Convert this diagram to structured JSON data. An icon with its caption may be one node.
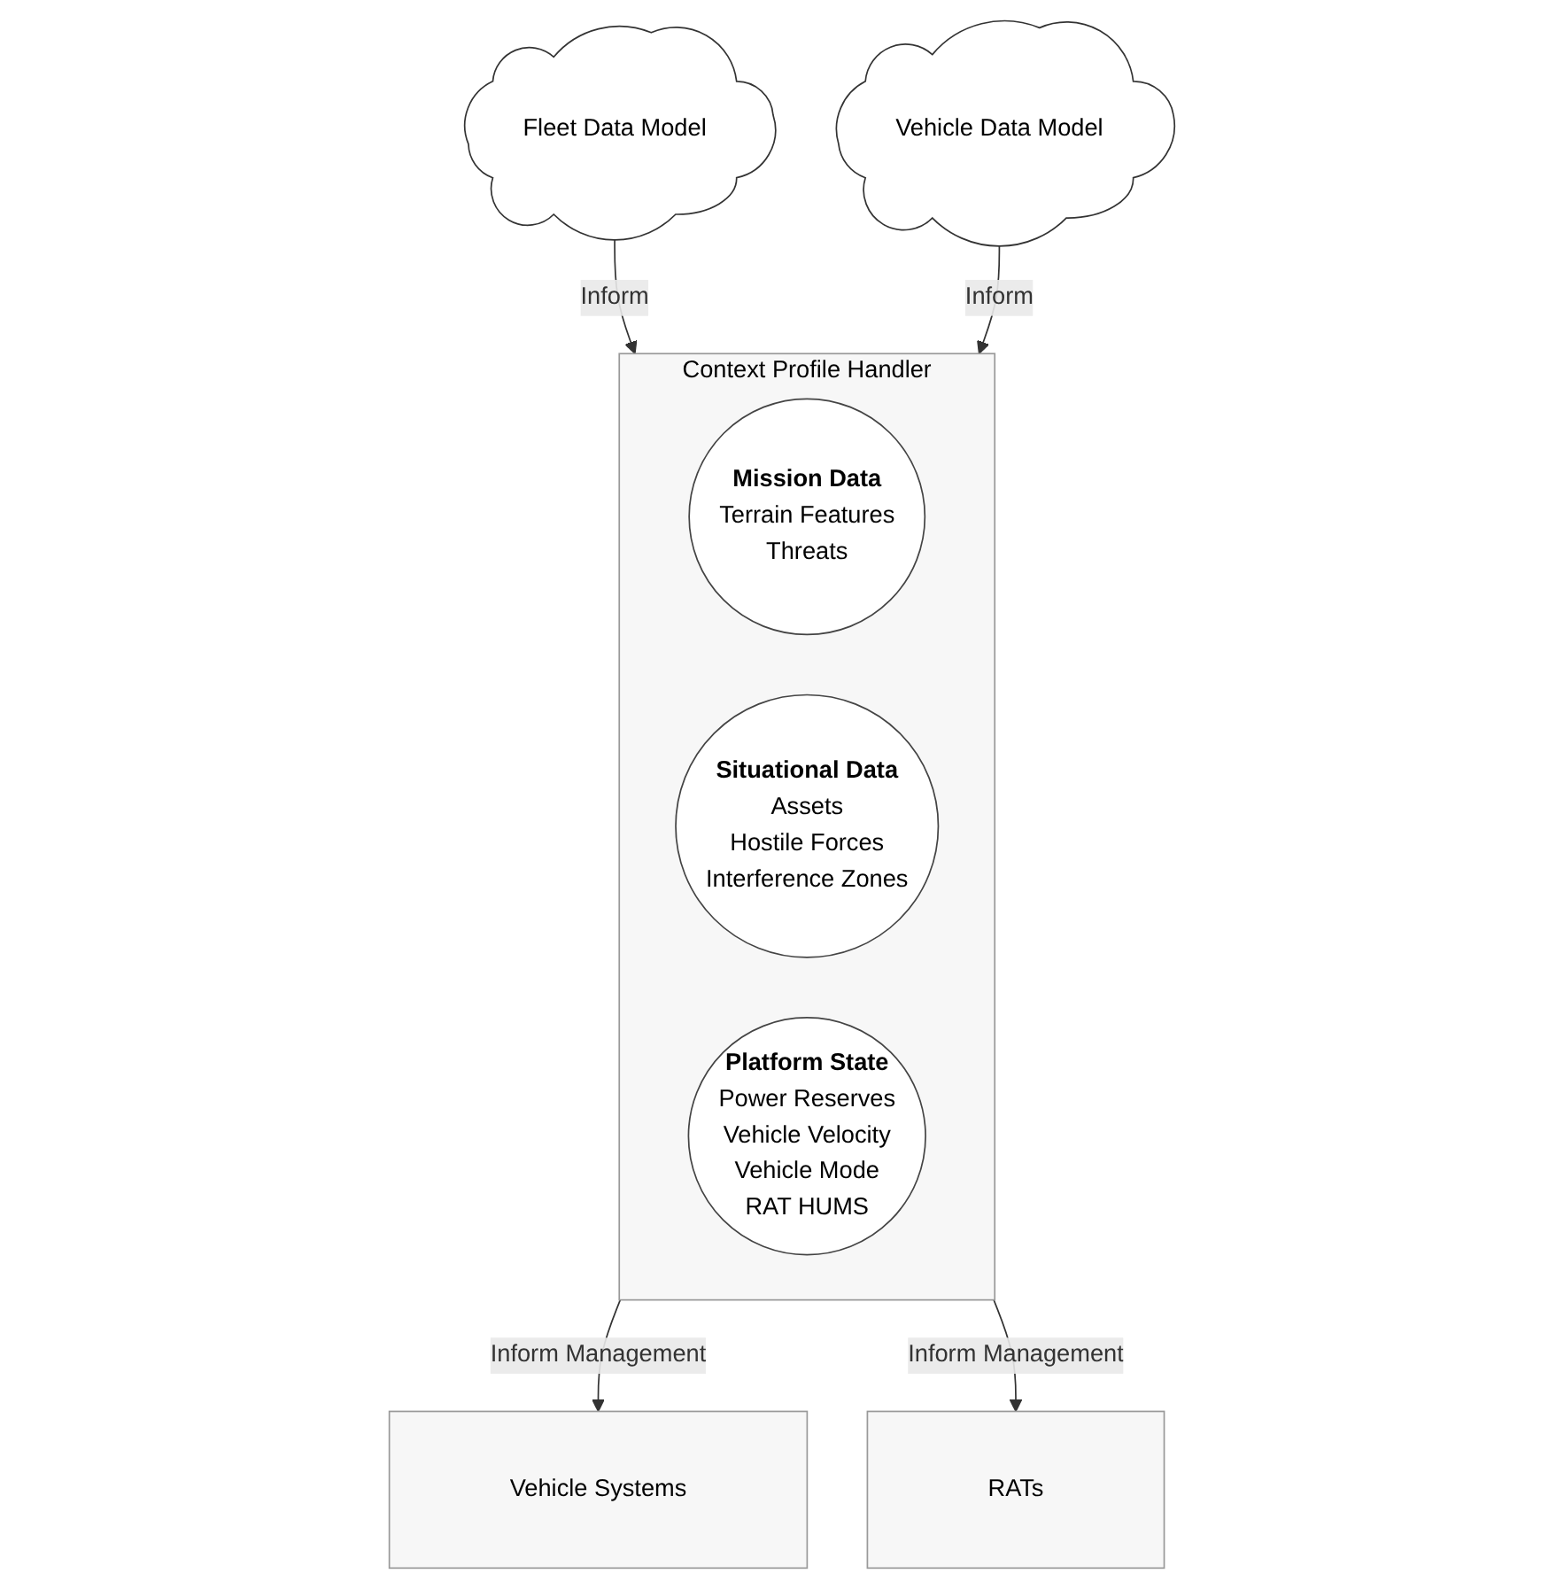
{
  "diagram": {
    "nodes": [
      {
        "text": [
          "Fleet Data Model"
        ]
      },
      {
        "text": [
          "Vehicle Data Model"
        ]
      },
      {
        "text": [
          "Context Profile Handler"
        ]
      },
      {
        "text": [
          "Mission Data",
          "Terrain Features",
          "Threats"
        ],
        "in": 2
      },
      {
        "text": [
          "Situational Data",
          "Assets",
          "Hostile Forces",
          "Interference Zones"
        ],
        "in": 2
      },
      {
        "text": [
          "Platform State",
          "Power Reserves",
          "Vehicle Velocity",
          "Vehicle Mode",
          "RAT HUMS"
        ],
        "in": 2
      },
      {
        "text": [
          "Vehicle Systems"
        ]
      },
      {
        "text": [
          "RATs"
        ]
      }
    ],
    "edges": [
      {
        "from": 0,
        "to": 2,
        "arrow": "to",
        "label": "Inform"
      },
      {
        "from": 1,
        "to": 2,
        "arrow": "to",
        "label": "Inform"
      },
      {
        "from": 2,
        "to": 6,
        "arrow": "to",
        "label": "Inform Management"
      },
      {
        "from": 2,
        "to": 7,
        "arrow": "to",
        "label": "Inform Management"
      }
    ]
  }
}
